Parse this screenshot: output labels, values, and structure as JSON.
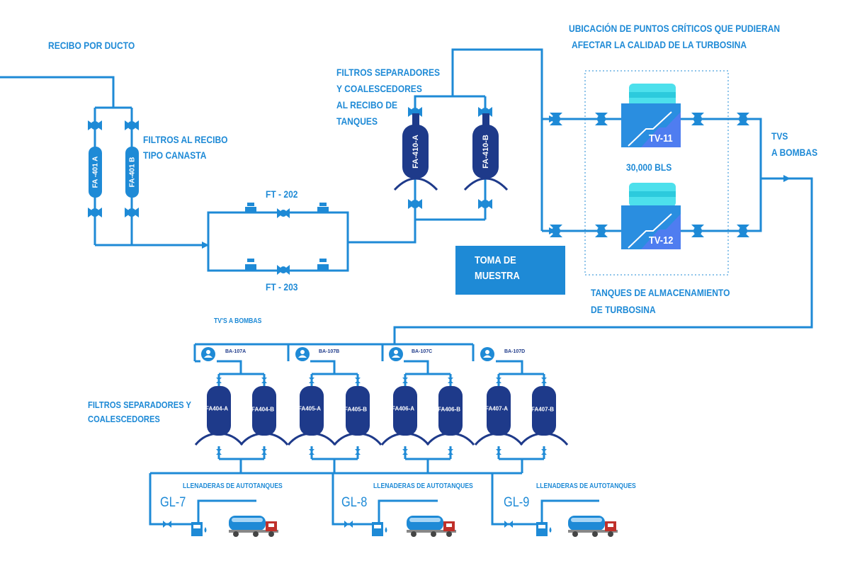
{
  "labels": {
    "recibo_por_ducto": "RECIBO POR DUCTO",
    "filtros_recibo_1": "FILTROS AL RECIBO",
    "filtros_recibo_2": "TIPO CANASTA",
    "ft202": "FT - 202",
    "ft203": "FT - 203",
    "separadores_1": "FILTROS SEPARADORES",
    "separadores_2": "Y COALESCEDORES",
    "separadores_3": "AL RECIBO DE",
    "separadores_4": "TANQUES",
    "ubicacion_1": "UBICACIÓN DE PUNTOS CRÍTICOS QUE PUDIERAN",
    "ubicacion_2": "AFECTAR LA CALIDAD DE LA TURBOSINA",
    "capacidad": "30,000 BLS",
    "tvs_1": "TVS",
    "tvs_2": "A BOMBAS",
    "toma_1": "TOMA DE",
    "toma_2": "MUESTRA",
    "almacenamiento_1": "TANQUES DE ALMACENAMIENTO",
    "almacenamiento_2": "DE TURBOSINA",
    "tvs_a_bombas": "TV'S A BOMBAS",
    "filtros_sep_bottom_1": "FILTROS SEPARADORES Y",
    "filtros_sep_bottom_2": "COALESCEDORES"
  },
  "receipt_filters": [
    "FA -401 A",
    "FA-401 B"
  ],
  "tank_filters": [
    "FA-410-A",
    "FA-410-B"
  ],
  "tanks": [
    "TV-11",
    "TV-12"
  ],
  "pumps": [
    "BA-107A",
    "BA-107B",
    "BA-107C",
    "BA-107D"
  ],
  "bottom_filters": [
    "FA404-A",
    "FA404-B",
    "FA405-A",
    "FA405-B",
    "FA406-A",
    "FA406-B",
    "FA407-A",
    "FA407-B"
  ],
  "loaders": [
    {
      "title": "LLENADERAS DE AUTOTANQUES",
      "id": "GL-7"
    },
    {
      "title": "LLENADERAS DE AUTOTANQUES",
      "id": "GL-8"
    },
    {
      "title": "LLENADERAS DE AUTOTANQUES",
      "id": "GL-9"
    }
  ],
  "colors": {
    "pipe": "#1e8ad6",
    "dark_blue": "#1e3a8a",
    "tank_body": "#2a8ee0",
    "tank_top": "#4de0ec",
    "sample_box": "#1e8ad6",
    "truck_red": "#c0302a"
  }
}
